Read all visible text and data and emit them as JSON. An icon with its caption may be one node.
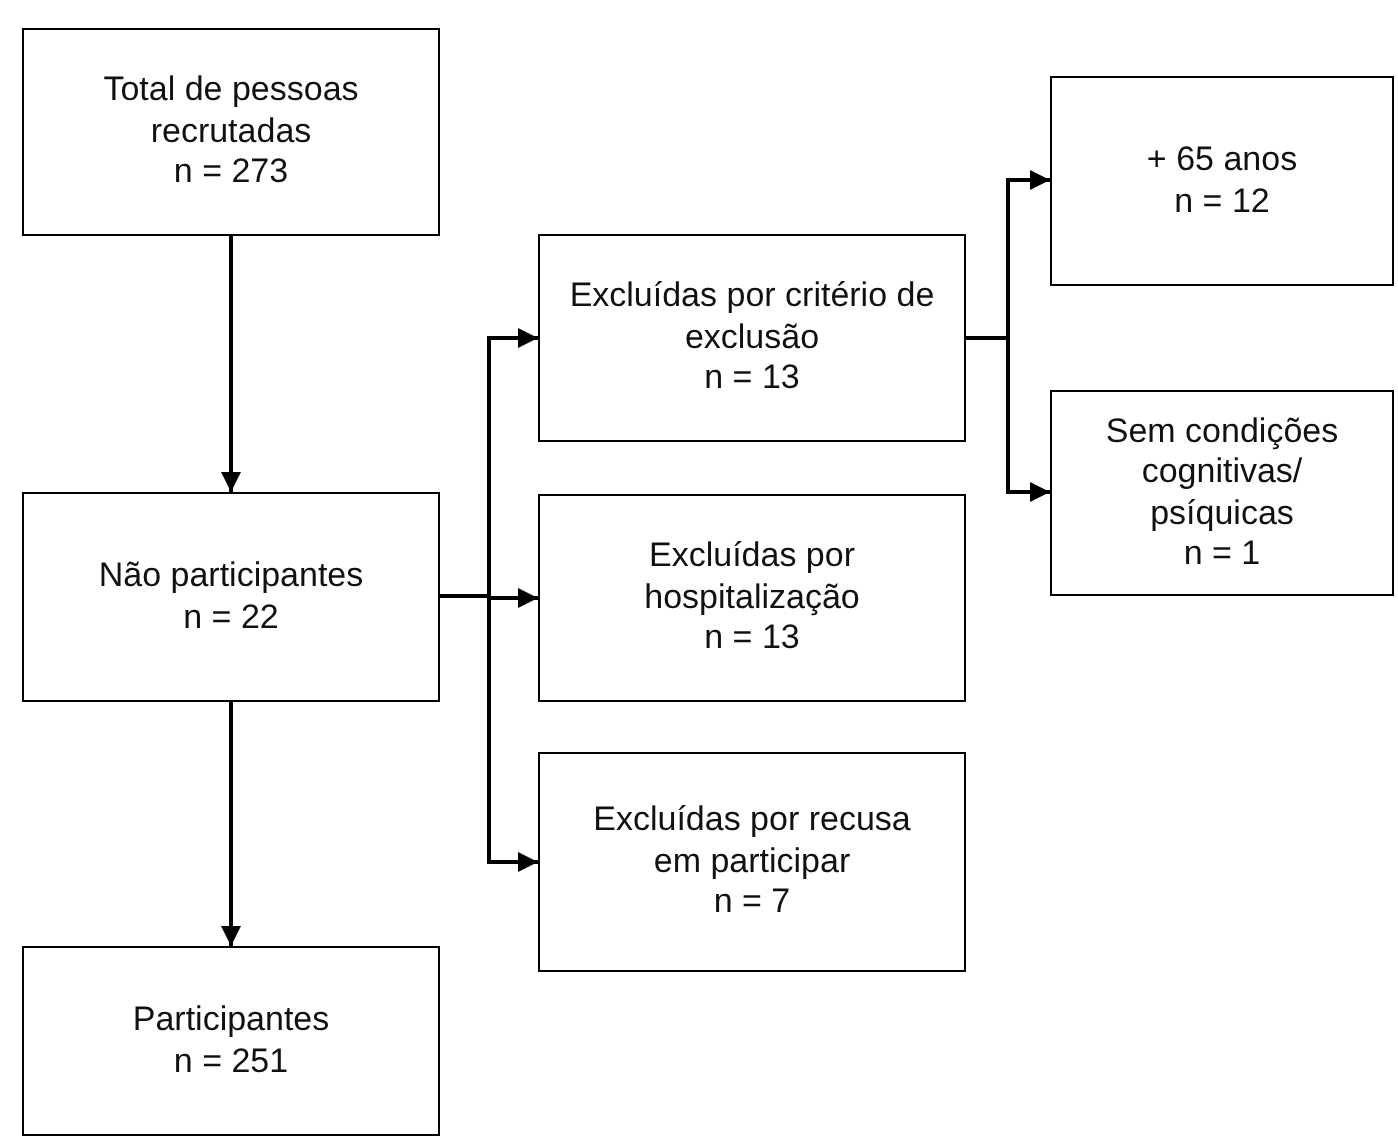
{
  "diagram": {
    "nodes": [
      {
        "text": [
          "Total de pessoas recrutadas",
          "n = 273"
        ]
      },
      {
        "text": [
          "Não participantes",
          "n = 22"
        ]
      },
      {
        "text": [
          "Participantes",
          "n = 251"
        ]
      },
      {
        "text": [
          "Excluídas por critério de exclusão",
          "n = 13"
        ]
      },
      {
        "text": [
          "Excluídas por hospitalização",
          "n = 13"
        ]
      },
      {
        "text": [
          "Excluídas por recusa em participar",
          "n = 7"
        ]
      },
      {
        "text": [
          "+ 65 anos",
          "n = 12"
        ]
      },
      {
        "text": [
          "Sem condições cognitivas/ psíquicas",
          "n = 1"
        ]
      }
    ],
    "edges": [
      {
        "from": 0,
        "to": 1,
        "arrow": "to"
      },
      {
        "from": 1,
        "to": 2,
        "arrow": "to"
      },
      {
        "from": 1,
        "to": 3,
        "arrow": "to"
      },
      {
        "from": 1,
        "to": 4,
        "arrow": "to"
      },
      {
        "from": 1,
        "to": 5,
        "arrow": "to"
      },
      {
        "from": 3,
        "to": 6,
        "arrow": "to"
      },
      {
        "from": 3,
        "to": 7,
        "arrow": "to"
      }
    ]
  }
}
